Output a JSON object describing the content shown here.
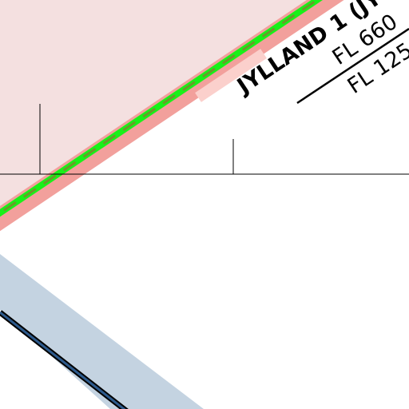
{
  "map": {
    "airspace_name": "JYLLAND 1 (JY",
    "upper_limit": "FL 660",
    "lower_limit": "FL 125",
    "colors": {
      "airspace_fill": "#f4e0e0",
      "airspace_border": "#f2a09c",
      "route_line": "#19f019",
      "route_dash": "#6a9a2a",
      "corridor_fill": "#c4d3e1",
      "corridor_edge": "#2d5a8c",
      "reference_line": "#000000",
      "background": "#ffffff"
    }
  }
}
